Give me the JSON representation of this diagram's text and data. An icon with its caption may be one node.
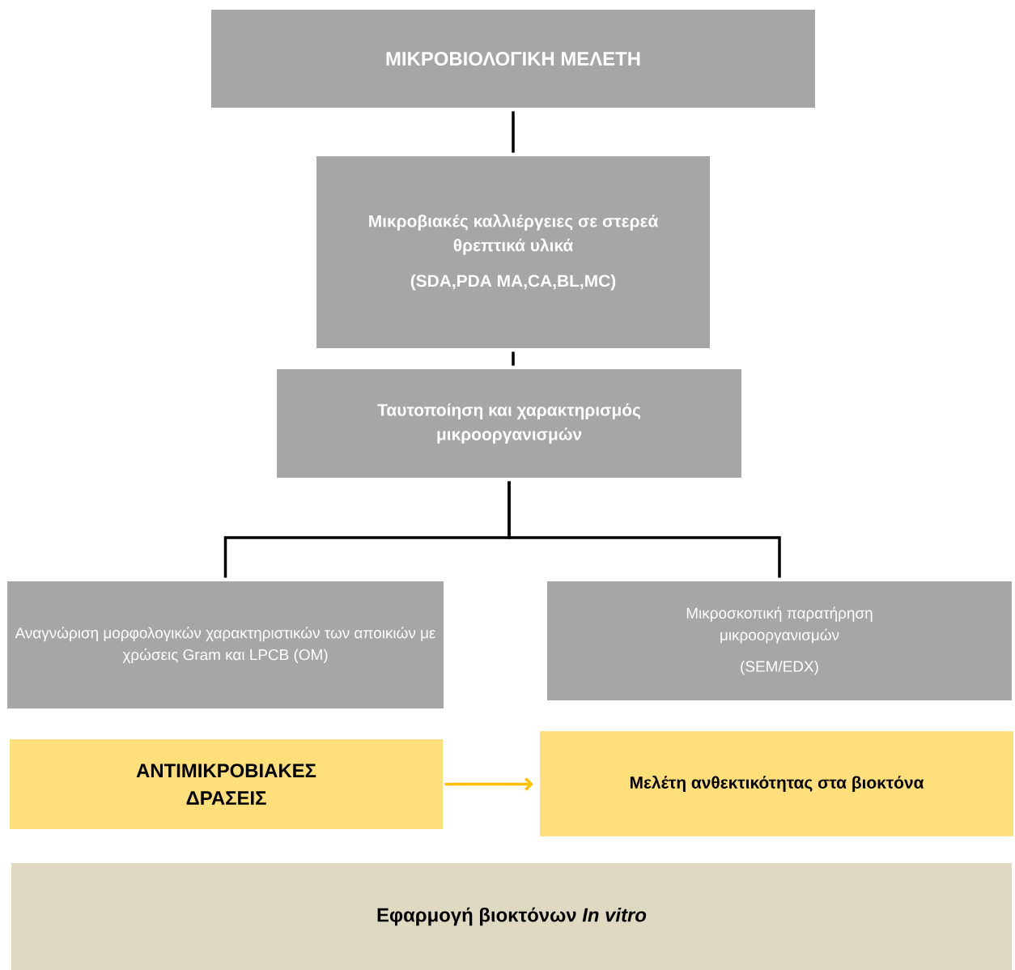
{
  "diagram": {
    "nodes": [
      {
        "text": [
          "ΜΙΚΡΟΒΙΟΛΟΓΙΚΗ ΜΕΛΕΤΗ"
        ]
      },
      {
        "text": [
          "Μικροβιακές καλλιέργειες σε στερεά θρεπτικά υλικά",
          "(SDA,PDA MA,CA,BL,MC)"
        ]
      },
      {
        "text": [
          "Ταυτοποίηση και χαρακτηρισμός μικροοργανισμών"
        ]
      },
      {
        "text": [
          "Αναγνώριση μορφολογικών χαρακτηριστικών των αποικιών με χρώσεις Gram και LPCB (OM)"
        ]
      },
      {
        "text": [
          "Μικροσκοπική παρατήρηση μικροοργανισμών",
          "(SEM/EDX)"
        ]
      },
      {
        "text": [
          "ΑΝΤΙΜΙΚΡΟΒΙΑΚΕΣ ΔΡΑΣΕΙΣ"
        ]
      },
      {
        "text": [
          "Μελέτη ανθεκτικότητας στα βιοκτόνα"
        ]
      },
      {
        "text": [
          "Εφαρμογή βιοκτόνων *In vitro*"
        ]
      }
    ],
    "edges": [
      {
        "from": 0,
        "to": 1,
        "arrow": "none"
      },
      {
        "from": 1,
        "to": 2,
        "arrow": "none"
      },
      {
        "from": 2,
        "to": 3,
        "arrow": "none"
      },
      {
        "from": 2,
        "to": 4,
        "arrow": "none"
      },
      {
        "from": 5,
        "to": 6,
        "arrow": "to",
        "color": "#ffc000"
      }
    ]
  }
}
